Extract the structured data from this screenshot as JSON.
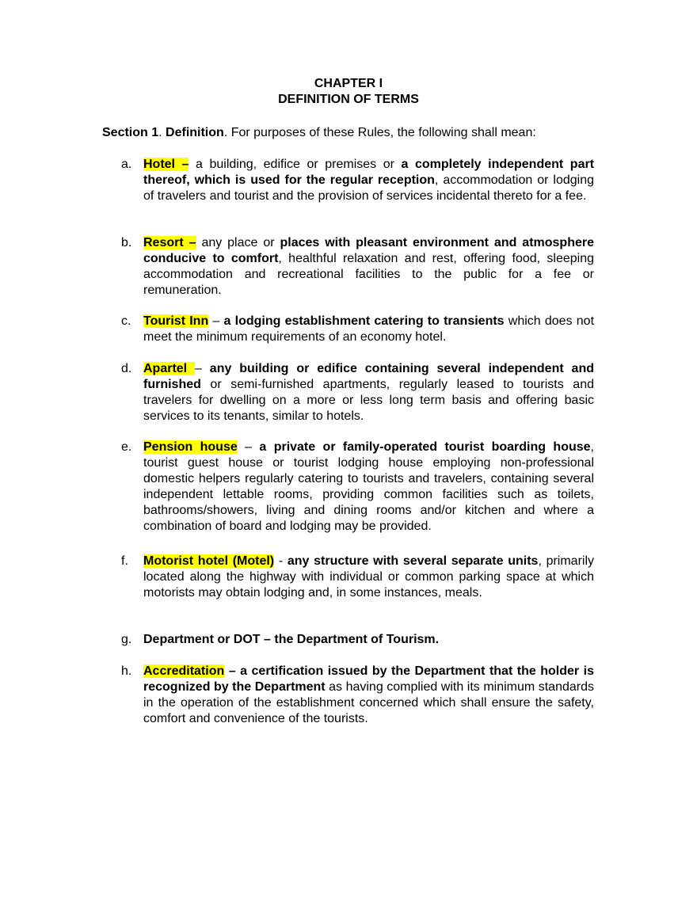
{
  "chapter": {
    "title": "CHAPTER I",
    "subtitle": "DEFINITION OF TERMS"
  },
  "section": {
    "label": "Section 1",
    "sep": ". ",
    "name": "Definition",
    "text": ". For purposes of these Rules, the following shall mean:"
  },
  "items": [
    {
      "letter": "a.",
      "term": "Hotel –",
      "t1": " a building, edifice or premises or ",
      "b1": "a completely independent part thereof, which is used for the regular reception",
      "t2": ", accommodation or lodging of travelers and tourist and the provision of services incidental thereto for a fee."
    },
    {
      "letter": "b.",
      "term": "Resort –",
      "t1": " any place or ",
      "b1": "places with pleasant environment and atmosphere conducive to comfort",
      "t2": ", healthful relaxation and rest, offering food, sleeping accommodation and recreational facilities to the public for a fee or remuneration."
    },
    {
      "letter": "c.",
      "term": "Tourist Inn",
      "t1": " – ",
      "b1": "a lodging establishment catering to transients",
      "t2": " which does not meet the minimum requirements of an economy hotel."
    },
    {
      "letter": "d.",
      "term": "Apartel ",
      "t1": "– ",
      "b1": "any building or edifice containing several independent and furnished",
      "t2": " or semi-furnished apartments, regularly leased to tourists and travelers for dwelling on a more or less long term basis and offering basic services to its tenants, similar to hotels."
    },
    {
      "letter": "e.",
      "term": "Pension house",
      "t1": " – ",
      "b1": "a private or family-operated tourist boarding house",
      "t2": ", tourist guest house or tourist lodging house employing non-professional domestic helpers regularly catering to tourists and travelers, containing several independent lettable rooms, providing common facilities such as toilets, bathrooms/showers, living and dining rooms and/or kitchen and where a combination of board and lodging may be provided."
    },
    {
      "letter": "f.",
      "term": "Motorist hotel (Motel)",
      "t1": " - ",
      "b1": "any structure with several separate units",
      "t2": ", primarily located along the highway with individual or common parking space at which motorists may obtain lodging and, in some instances, meals."
    },
    {
      "letter": "g.",
      "term": "",
      "t1": "",
      "b1": "Department or DOT – the Department of Tourism.",
      "t2": ""
    },
    {
      "letter": "h.",
      "term": "Accreditation",
      "t1": "",
      "b1": " – a certification issued by the Department that the holder is recognized by the Department",
      "t2": " as having complied with its minimum standards in the operation of the establishment concerned which shall ensure the safety, comfort and convenience of the tourists."
    }
  ]
}
